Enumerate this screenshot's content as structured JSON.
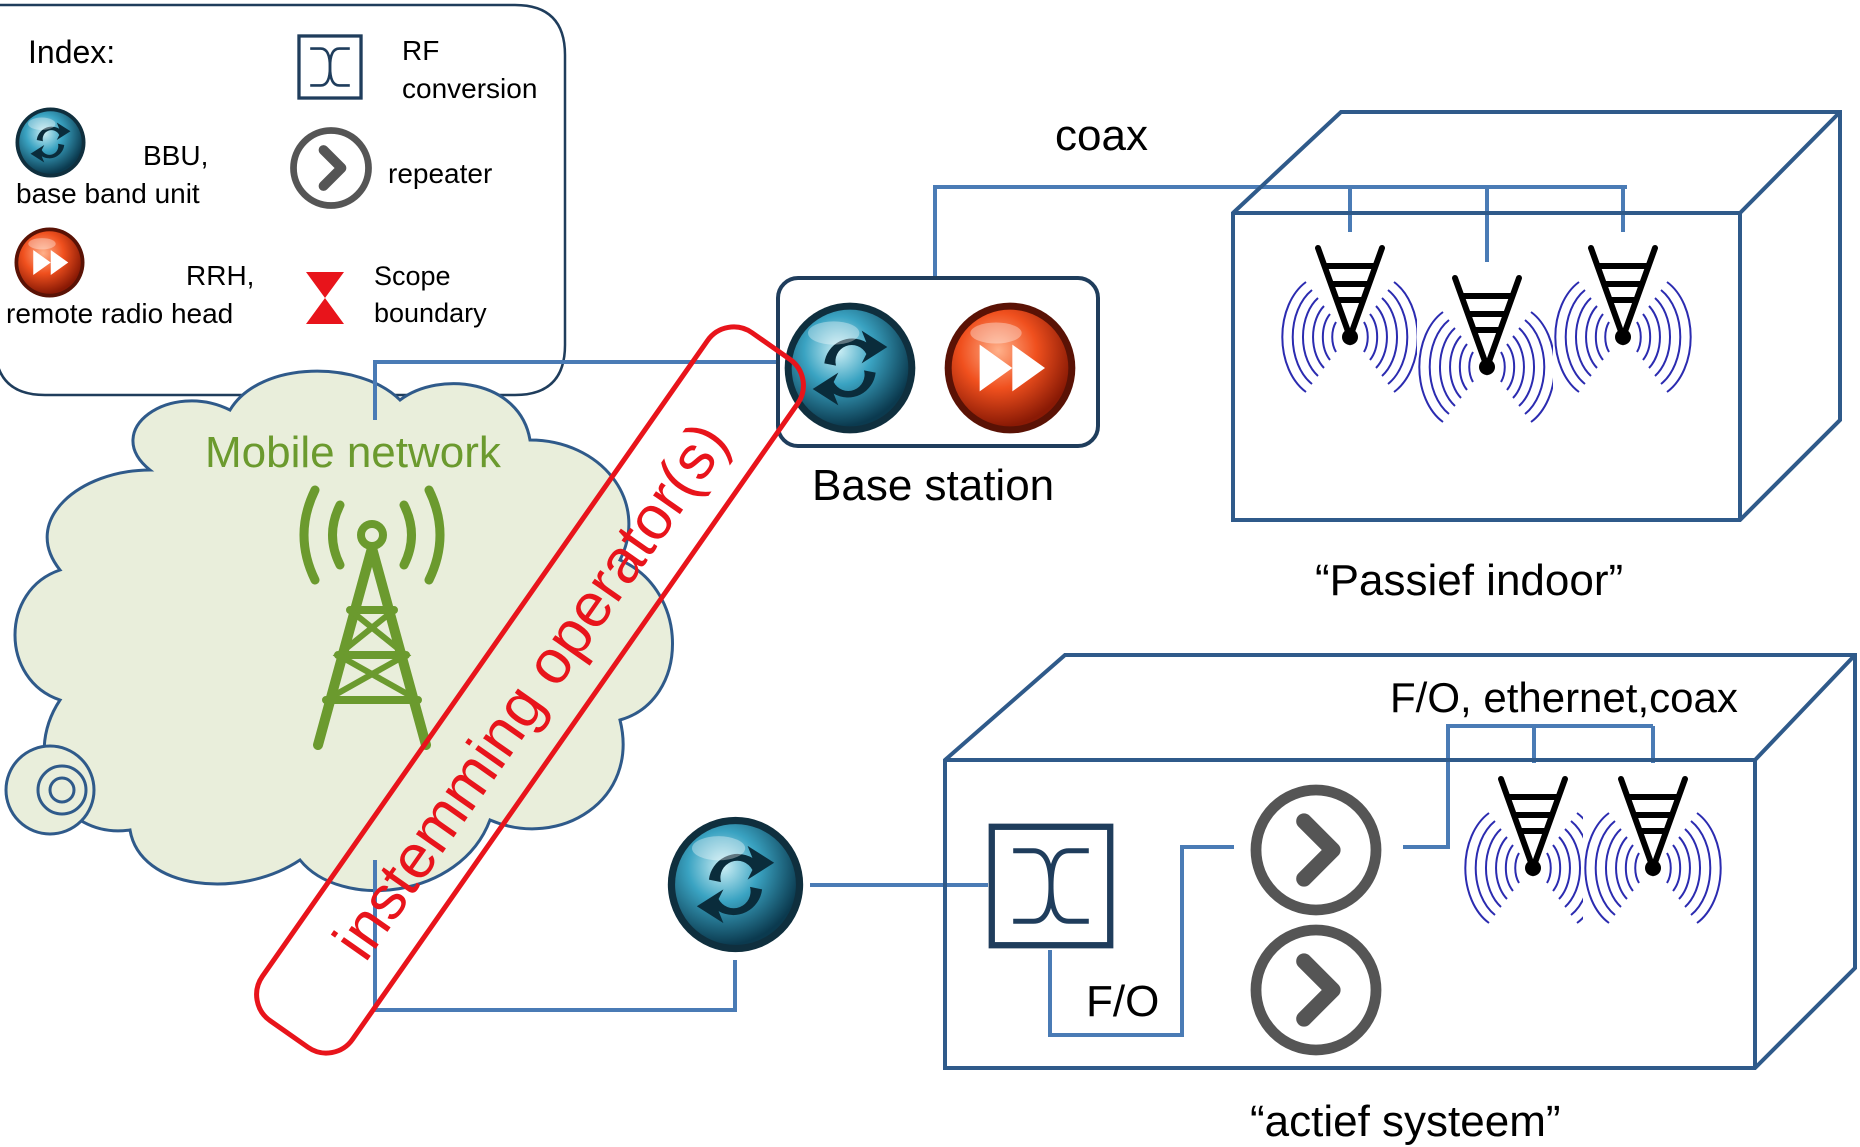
{
  "legend": {
    "title": "Index:",
    "items": [
      {
        "label": "BBU,",
        "sublabel": "base band unit",
        "icon": "bbu-icon"
      },
      {
        "label": "RF",
        "sublabel": "conversion",
        "icon": "rf-conversion-icon"
      },
      {
        "label": "repeater",
        "icon": "repeater-icon"
      },
      {
        "label": "RRH,",
        "sublabel": "remote radio head",
        "icon": "rrh-icon"
      },
      {
        "label": "Scope",
        "sublabel": "boundary",
        "icon": "scope-boundary-icon"
      }
    ]
  },
  "labels": {
    "coax": "coax",
    "base_station": "Base station",
    "mobile_network": "Mobile network",
    "passief_indoor": "“Passief indoor”",
    "fo_ethernet_coax": "F/O, ethernet,coax",
    "fo": "F/O",
    "actief_systeem": "“actief systeem”",
    "instemming": "instemming operator(s)"
  },
  "colors": {
    "line": "#4a7bb5",
    "box": "#2f5a8a",
    "cloud_fill": "#e9eedb",
    "cloud_stroke": "#2f5a8a",
    "network_green": "#6b9a2e",
    "scope_red": "#e8141b",
    "antenna_waves": "#2b2bb0",
    "repeater_gray": "#555555"
  }
}
